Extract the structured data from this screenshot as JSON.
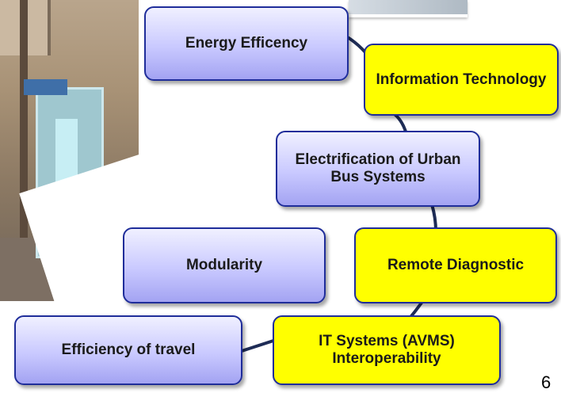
{
  "nodes": {
    "energy": "Energy Efficency",
    "it": "Information Technology",
    "electrification": "Electrification of Urban Bus Systems",
    "modularity": "Modularity",
    "remote": "Remote Diagnostic",
    "efficiency": "Efficiency of travel",
    "itsys": "IT Systems (AVMS) Interoperability"
  },
  "page_number": "6",
  "colors": {
    "purple_node_top": "#f0f0ff",
    "purple_node_bottom": "#a3a3f2",
    "yellow_node": "#ffff00",
    "node_border": "#1f2d9a",
    "connector": "#1e2c56"
  }
}
